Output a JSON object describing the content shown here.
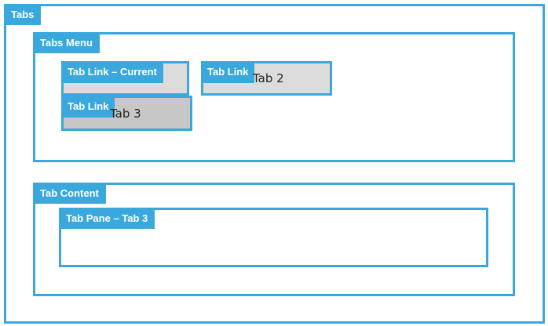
{
  "tabs": {
    "label": "Tabs"
  },
  "menu": {
    "label": "Tabs Menu",
    "links": [
      {
        "label": "Tab Link – Current",
        "text": ""
      },
      {
        "label": "Tab Link",
        "text": "Tab 2"
      },
      {
        "label": "Tab Link",
        "text": "Tab 3"
      }
    ]
  },
  "content": {
    "label": "Tab Content",
    "pane": {
      "label": "Tab Pane – Tab 3"
    }
  },
  "colors": {
    "accent": "#3aa8dc",
    "tab_bg": "#dcdcdc",
    "tab_bg_active": "#c7c7c7"
  }
}
